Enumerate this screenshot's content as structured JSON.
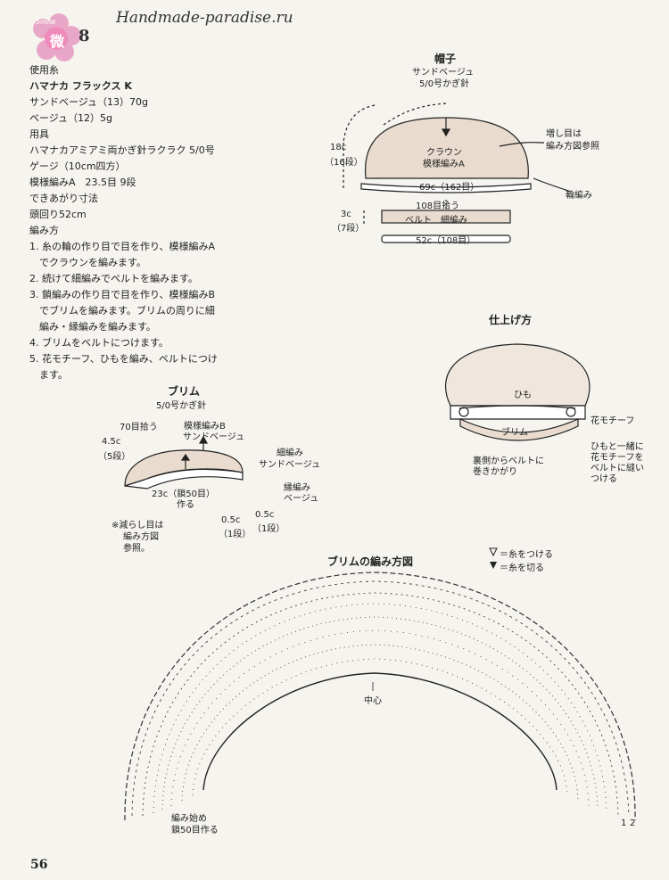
{
  "header": {
    "site": "Handmade-paradise.ru",
    "badge_kanji": "微",
    "badge_small": "Smile",
    "pattern_no": "8"
  },
  "materials": {
    "lines": [
      "使用糸",
      "ハマナカ フラックス K",
      "サンドベージュ（13）70g",
      "ベージュ（12）5g",
      "用具",
      "ハマナカアミアミ両かぎ針ラクラク 5/0号",
      "ゲージ（10cm四方）",
      "模様編みA　23.5目 9段",
      "できあがり寸法",
      "頭回り52cm",
      "編み方",
      "1. 糸の輪の作り目で目を作り、模様編みA",
      "　でクラウンを編みます。",
      "2. 続けて細編みでベルトを編みます。",
      "3. 鎖編みの作り目で目を作り、模様編みB",
      "　でブリムを編みます。ブリムの周りに細",
      "　編み・縁編みを編みます。",
      "4. ブリムをベルトにつけます。",
      "5. 花モチーフ、ひもを編み、ベルトにつけ",
      "　ます。"
    ]
  },
  "hat": {
    "title": "帽子",
    "yarn": "サンドベージュ",
    "hook": "5/0号かぎ針",
    "crown_label": "クラウン",
    "crown_pattern": "模様編みA",
    "increase_note_1": "増し目は",
    "increase_note_2": "編み方図参照",
    "height_1": "18c",
    "height_2": "（16段）",
    "circ": "69c（162目）",
    "pickup": "108目拾う",
    "belt": "ベルト　細編み",
    "belt_h1": "3c",
    "belt_h2": "（7段）",
    "bottom": "52c（108目）",
    "ring": "輪編み"
  },
  "finish": {
    "title": "仕上げ方",
    "cord": "ひも",
    "brim": "ブリム",
    "flower": "花モチーフ",
    "note1": "ひもと一緒に",
    "note2": "花モチーフを",
    "note3": "ベルトに縫い",
    "note4": "つける",
    "back1": "裏側からベルトに",
    "back2": "巻きかがり"
  },
  "brim": {
    "title": "ブリム",
    "hook": "5/0号かぎ針",
    "pick": "70目拾う",
    "patB": "模様編みB",
    "patB_color": "サンドベージュ",
    "h1": "4.5c",
    "h2": "（5段）",
    "sc": "細編み",
    "sc_color": "サンドベージュ",
    "edge": "縁編み",
    "edge_color": "ベージュ",
    "len1": "23c（鎖50目）",
    "len2": "作る",
    "note1": "※減らし目は",
    "note2": "編み方図",
    "note3": "参照。",
    "a1": "0.5c",
    "a2": "（1段）",
    "b1": "0.5c",
    "b2": "（1段）"
  },
  "chart": {
    "title": "ブリムの編み方図",
    "legend_attach": "＝糸をつける",
    "legend_cut": "＝糸を切る",
    "center": "中心",
    "start1": "編み始め",
    "start2": "鎖50目作る",
    "row1": "1",
    "row2": "2"
  },
  "page": {
    "number": "56"
  }
}
